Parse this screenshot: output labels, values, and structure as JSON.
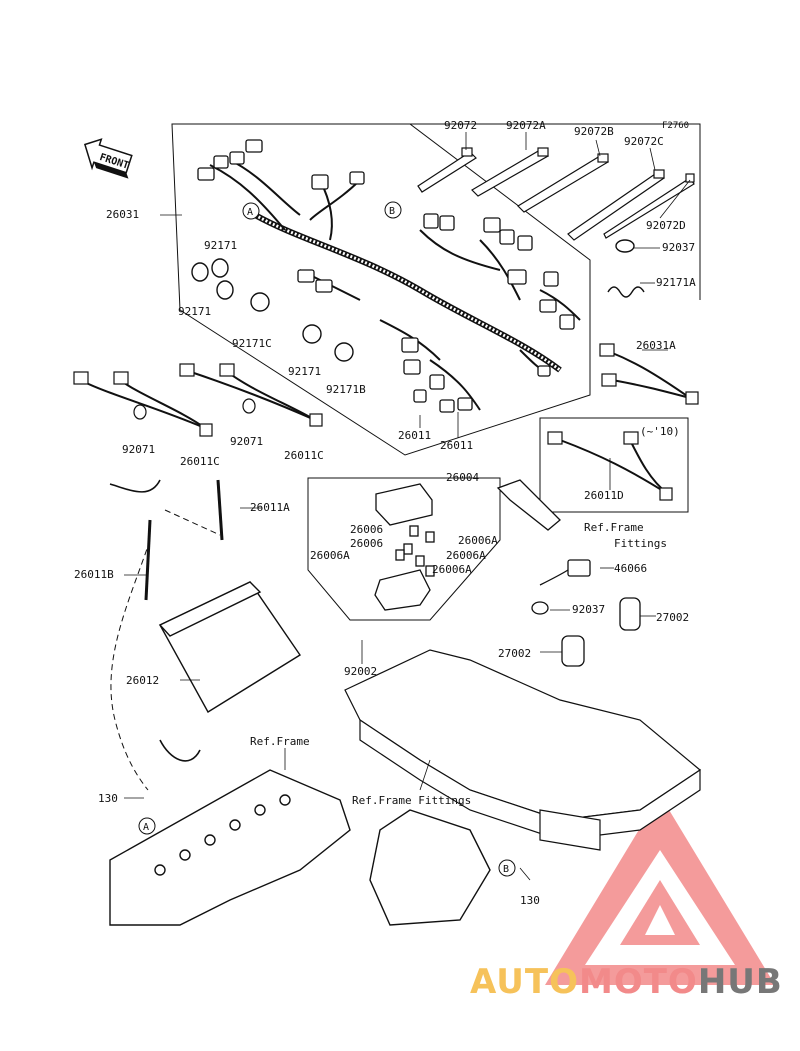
{
  "figure_code": "F2760",
  "front_label": "FRONT",
  "callouts": {
    "p26031": "26031",
    "p26031A": "26031A",
    "p92072": "92072",
    "p92072A": "92072A",
    "p92072B": "92072B",
    "p92072C": "92072C",
    "p92072D": "92072D",
    "p92037a": "92037",
    "p92171A": "92171A",
    "p92171a": "92171",
    "p92171b": "92171",
    "p92171c": "92171",
    "p92171C": "92171C",
    "p92171B": "92171B",
    "p26011a": "26011",
    "p26011b": "26011",
    "p92071a": "92071",
    "p92071b": "92071",
    "p26011C_a": "26011C",
    "p26011C_b": "26011C",
    "p26011D": "26011D",
    "p_variant": "(~'10)",
    "p26004": "26004",
    "p26006a": "26006",
    "p26006b": "26006",
    "p26006A_a": "26006A",
    "p26006A_b": "26006A",
    "p26006A_c": "26006A",
    "p26006A_d": "26006A",
    "p26011A": "26011A",
    "p26011B": "26011B",
    "p26012": "26012",
    "p92002": "92002",
    "p46066": "46066",
    "p92037b": "92037",
    "p27002a": "27002",
    "p27002b": "27002",
    "p130a": "130",
    "p130b": "130",
    "ref_frame_fittings_1": "Ref.Frame",
    "ref_frame_fittings_1b": "Fittings",
    "ref_frame": "Ref.Frame",
    "ref_frame_fittings_2": "Ref.Frame Fittings",
    "circle_A1": "A",
    "circle_B1": "B",
    "circle_A2": "A",
    "circle_B2": "B"
  },
  "watermark": {
    "text_auto": "AUTO",
    "text_moto": "MOTO",
    "text_hub": "HUB",
    "color_primary": "#f28a8a",
    "color_secondary": "#f6c25a",
    "color_dark": "#777777"
  }
}
